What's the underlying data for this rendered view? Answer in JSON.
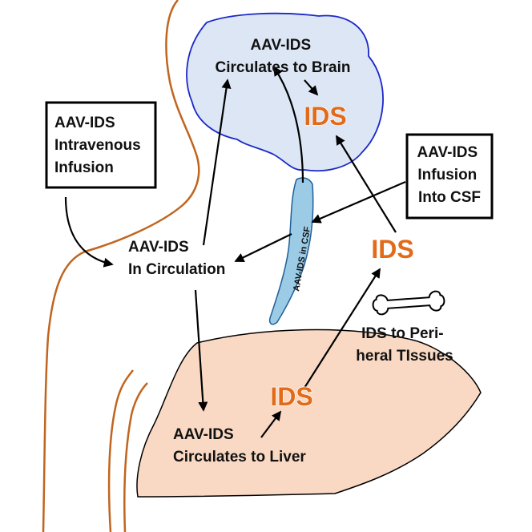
{
  "labels": {
    "iv_infusion": [
      "AAV-IDS",
      "Intravenous",
      "Infusion"
    ],
    "csf_infusion": [
      "AAV-IDS",
      "Infusion",
      "Into CSF"
    ],
    "to_brain": [
      "AAV-IDS",
      "Circulates to Brain"
    ],
    "in_circulation": [
      "AAV-IDS",
      "In Circulation"
    ],
    "to_liver": [
      "AAV-IDS",
      "Circulates to Liver"
    ],
    "peripheral": [
      "IDS to Peri-",
      "heral TIssues"
    ],
    "csf_channel": "AAV-IDS in CSF"
  },
  "products": {
    "brain": "IDS",
    "peripheral": "IDS",
    "liver": "IDS"
  },
  "colors": {
    "body_outline": "#c0651f",
    "brain_fill": "#dce6f4",
    "brain_stroke": "#1a28c8",
    "csf_fill": "#9ccbe6",
    "csf_stroke": "#1f5f9a",
    "liver_fill": "#f9d9c4",
    "liver_stroke": "#000000",
    "ids_text": "#e26b1a"
  },
  "icons": {
    "bone": "bone-icon"
  }
}
